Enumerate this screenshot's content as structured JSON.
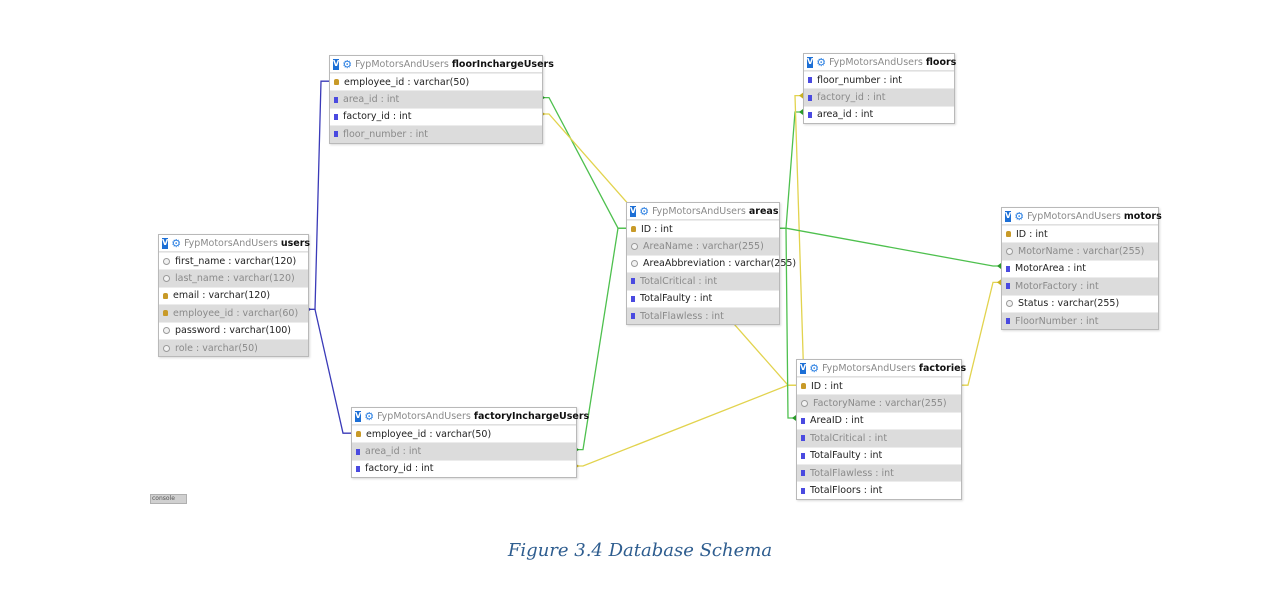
{
  "database": "FypMotorsAndUsers",
  "caption": "Figure 3.4 Database Schema",
  "stub_label": "console",
  "colors": {
    "link_green": "#4ec04e",
    "link_yellow": "#e2d34e",
    "link_blue": "#3a3ab8",
    "caption": "#2e5d8f"
  },
  "tables": [
    {
      "id": "users",
      "name": "users",
      "columns": [
        {
          "label": "first_name : varchar(120)",
          "kind": "str",
          "shaded": false
        },
        {
          "label": "last_name : varchar(120)",
          "kind": "str",
          "shaded": true
        },
        {
          "label": "email : varchar(120)",
          "kind": "key",
          "shaded": false
        },
        {
          "label": "employee_id : varchar(60)",
          "kind": "key",
          "shaded": true
        },
        {
          "label": "password : varchar(100)",
          "kind": "str",
          "shaded": false
        },
        {
          "label": "role : varchar(50)",
          "kind": "str",
          "shaded": true
        }
      ]
    },
    {
      "id": "floorInchargeUsers",
      "name": "floorInchargeUsers",
      "columns": [
        {
          "label": "employee_id : varchar(50)",
          "kind": "key",
          "shaded": false
        },
        {
          "label": "area_id : int",
          "kind": "int",
          "shaded": true
        },
        {
          "label": "factory_id : int",
          "kind": "int",
          "shaded": false
        },
        {
          "label": "floor_number : int",
          "kind": "int",
          "shaded": true
        }
      ]
    },
    {
      "id": "factoryInchargeUsers",
      "name": "factoryInchargeUsers",
      "columns": [
        {
          "label": "employee_id : varchar(50)",
          "kind": "key",
          "shaded": false
        },
        {
          "label": "area_id : int",
          "kind": "int",
          "shaded": true
        },
        {
          "label": "factory_id : int",
          "kind": "int",
          "shaded": false
        }
      ]
    },
    {
      "id": "areas",
      "name": "areas",
      "columns": [
        {
          "label": "ID : int",
          "kind": "key",
          "shaded": false
        },
        {
          "label": "AreaName : varchar(255)",
          "kind": "str",
          "shaded": true
        },
        {
          "label": "AreaAbbreviation : varchar(255)",
          "kind": "str",
          "shaded": false
        },
        {
          "label": "TotalCritical : int",
          "kind": "int",
          "shaded": true
        },
        {
          "label": "TotalFaulty : int",
          "kind": "int",
          "shaded": false
        },
        {
          "label": "TotalFlawless : int",
          "kind": "int",
          "shaded": true
        }
      ]
    },
    {
      "id": "floors",
      "name": "floors",
      "columns": [
        {
          "label": "floor_number : int",
          "kind": "int",
          "shaded": false
        },
        {
          "label": "factory_id : int",
          "kind": "int",
          "shaded": true
        },
        {
          "label": "area_id : int",
          "kind": "int",
          "shaded": false
        }
      ]
    },
    {
      "id": "factories",
      "name": "factories",
      "columns": [
        {
          "label": "ID : int",
          "kind": "key",
          "shaded": false
        },
        {
          "label": "FactoryName : varchar(255)",
          "kind": "str",
          "shaded": true
        },
        {
          "label": "AreaID : int",
          "kind": "int",
          "shaded": false
        },
        {
          "label": "TotalCritical : int",
          "kind": "int",
          "shaded": true
        },
        {
          "label": "TotalFaulty : int",
          "kind": "int",
          "shaded": false
        },
        {
          "label": "TotalFlawless : int",
          "kind": "int",
          "shaded": true
        },
        {
          "label": "TotalFloors : int",
          "kind": "int",
          "shaded": false
        }
      ]
    },
    {
      "id": "motors",
      "name": "motors",
      "columns": [
        {
          "label": "ID : int",
          "kind": "key",
          "shaded": false
        },
        {
          "label": "MotorName : varchar(255)",
          "kind": "str",
          "shaded": true
        },
        {
          "label": "MotorArea : int",
          "kind": "int",
          "shaded": false
        },
        {
          "label": "MotorFactory : int",
          "kind": "int",
          "shaded": true
        },
        {
          "label": "Status : varchar(255)",
          "kind": "str",
          "shaded": false
        },
        {
          "label": "FloorNumber : int",
          "kind": "int",
          "shaded": true
        }
      ]
    }
  ],
  "relations": [
    {
      "from": "users.employee_id",
      "to": "floorInchargeUsers.employee_id",
      "color": "blue"
    },
    {
      "from": "users.employee_id",
      "to": "factoryInchargeUsers.employee_id",
      "color": "blue"
    },
    {
      "from": "floorInchargeUsers.area_id",
      "to": "areas.ID",
      "color": "green"
    },
    {
      "from": "floorInchargeUsers.factory_id",
      "to": "factories.ID",
      "color": "yellow"
    },
    {
      "from": "factoryInchargeUsers.area_id",
      "to": "areas.ID",
      "color": "green"
    },
    {
      "from": "factoryInchargeUsers.factory_id",
      "to": "factories.ID",
      "color": "yellow"
    },
    {
      "from": "floors.area_id",
      "to": "areas.ID",
      "color": "green"
    },
    {
      "from": "floors.factory_id",
      "to": "factories.ID",
      "color": "yellow"
    },
    {
      "from": "factories.AreaID",
      "to": "areas.ID",
      "color": "green"
    },
    {
      "from": "motors.MotorArea",
      "to": "areas.ID",
      "color": "green"
    },
    {
      "from": "motors.MotorFactory",
      "to": "factories.ID",
      "color": "yellow"
    }
  ]
}
